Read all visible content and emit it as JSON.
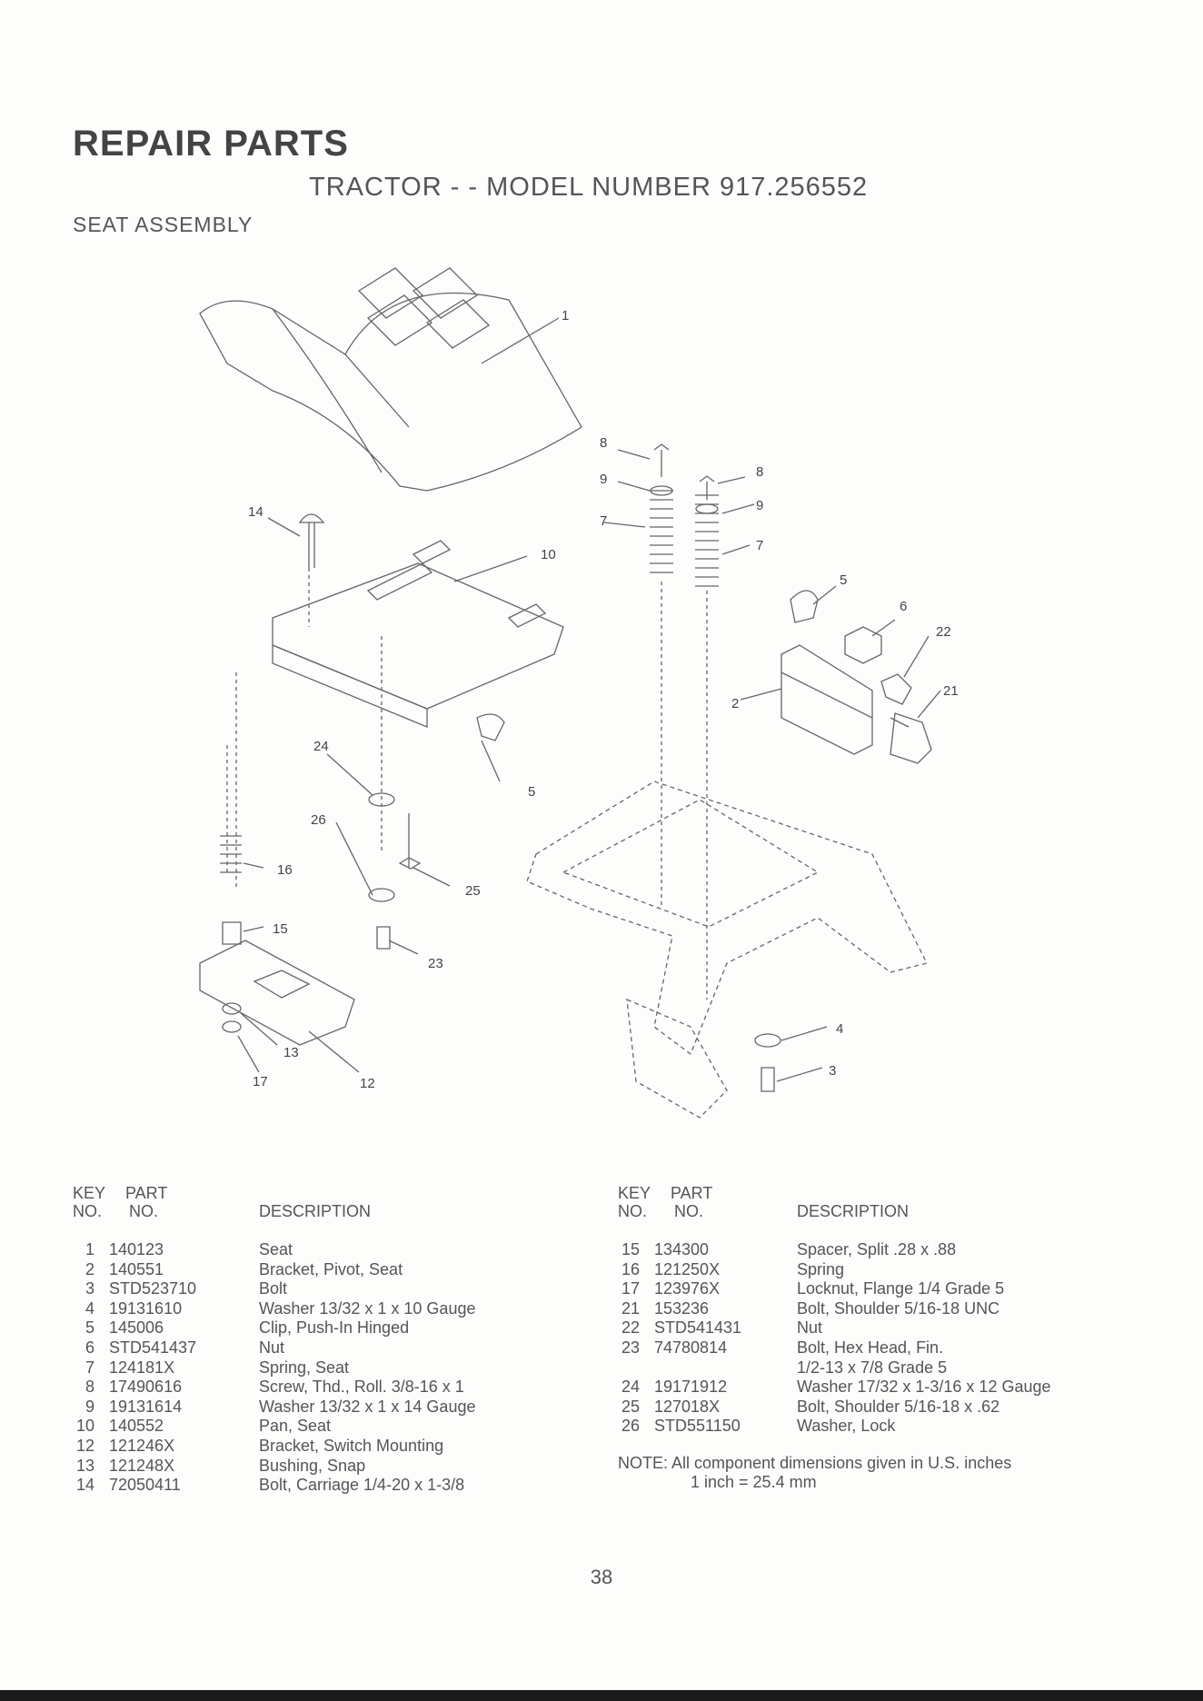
{
  "header": {
    "title": "REPAIR PARTS",
    "subtitle": "TRACTOR - - MODEL NUMBER 917.256552",
    "section": "SEAT ASSEMBLY"
  },
  "diagram": {
    "callouts": [
      "1",
      "14",
      "10",
      "8",
      "9",
      "7",
      "8",
      "9",
      "7",
      "5",
      "6",
      "22",
      "21",
      "2",
      "24",
      "5",
      "26",
      "25",
      "16",
      "15",
      "23",
      "13",
      "17",
      "12",
      "4",
      "3"
    ]
  },
  "table_left": {
    "headers": {
      "key_top": "KEY",
      "key_bottom": "NO.",
      "part_top": "PART",
      "part_bottom": "NO.",
      "description": "DESCRIPTION"
    },
    "rows": [
      {
        "key": "1",
        "part": "140123",
        "desc": "Seat"
      },
      {
        "key": "2",
        "part": "140551",
        "desc": "Bracket, Pivot, Seat"
      },
      {
        "key": "3",
        "part": "STD523710",
        "desc": "Bolt"
      },
      {
        "key": "4",
        "part": "19131610",
        "desc": "Washer 13/32 x 1 x 10 Gauge"
      },
      {
        "key": "5",
        "part": "145006",
        "desc": "Clip, Push-In Hinged"
      },
      {
        "key": "6",
        "part": "STD541437",
        "desc": "Nut"
      },
      {
        "key": "7",
        "part": "124181X",
        "desc": "Spring, Seat"
      },
      {
        "key": "8",
        "part": "17490616",
        "desc": "Screw, Thd., Roll. 3/8-16 x 1"
      },
      {
        "key": "9",
        "part": "19131614",
        "desc": "Washer 13/32 x 1 x 14 Gauge"
      },
      {
        "key": "10",
        "part": "140552",
        "desc": "Pan, Seat"
      },
      {
        "key": "12",
        "part": "121246X",
        "desc": "Bracket, Switch Mounting"
      },
      {
        "key": "13",
        "part": "121248X",
        "desc": "Bushing, Snap"
      },
      {
        "key": "14",
        "part": "72050411",
        "desc": "Bolt, Carriage 1/4-20 x 1-3/8"
      }
    ]
  },
  "table_right": {
    "headers": {
      "key_top": "KEY",
      "key_bottom": "NO.",
      "part_top": "PART",
      "part_bottom": "NO.",
      "description": "DESCRIPTION"
    },
    "rows": [
      {
        "key": "15",
        "part": "134300",
        "desc": "Spacer, Split .28 x .88"
      },
      {
        "key": "16",
        "part": "121250X",
        "desc": "Spring"
      },
      {
        "key": "17",
        "part": "123976X",
        "desc": "Locknut, Flange 1/4 Grade 5"
      },
      {
        "key": "21",
        "part": "153236",
        "desc": "Bolt, Shoulder 5/16-18 UNC"
      },
      {
        "key": "22",
        "part": "STD541431",
        "desc": "Nut"
      },
      {
        "key": "23",
        "part": "74780814",
        "desc": "Bolt, Hex Head, Fin."
      },
      {
        "key": "",
        "part": "",
        "desc": "1/2-13 x 7/8 Grade 5"
      },
      {
        "key": "24",
        "part": "19171912",
        "desc": "Washer 17/32 x 1-3/16 x 12 Gauge"
      },
      {
        "key": "25",
        "part": "127018X",
        "desc": "Bolt, Shoulder 5/16-18 x .62"
      },
      {
        "key": "26",
        "part": "STD551150",
        "desc": "Washer, Lock"
      }
    ]
  },
  "note": {
    "label": "NOTE:",
    "line1": "All component dimensions given in U.S. inches",
    "line2": "1 inch = 25.4 mm"
  },
  "page_number": "38"
}
